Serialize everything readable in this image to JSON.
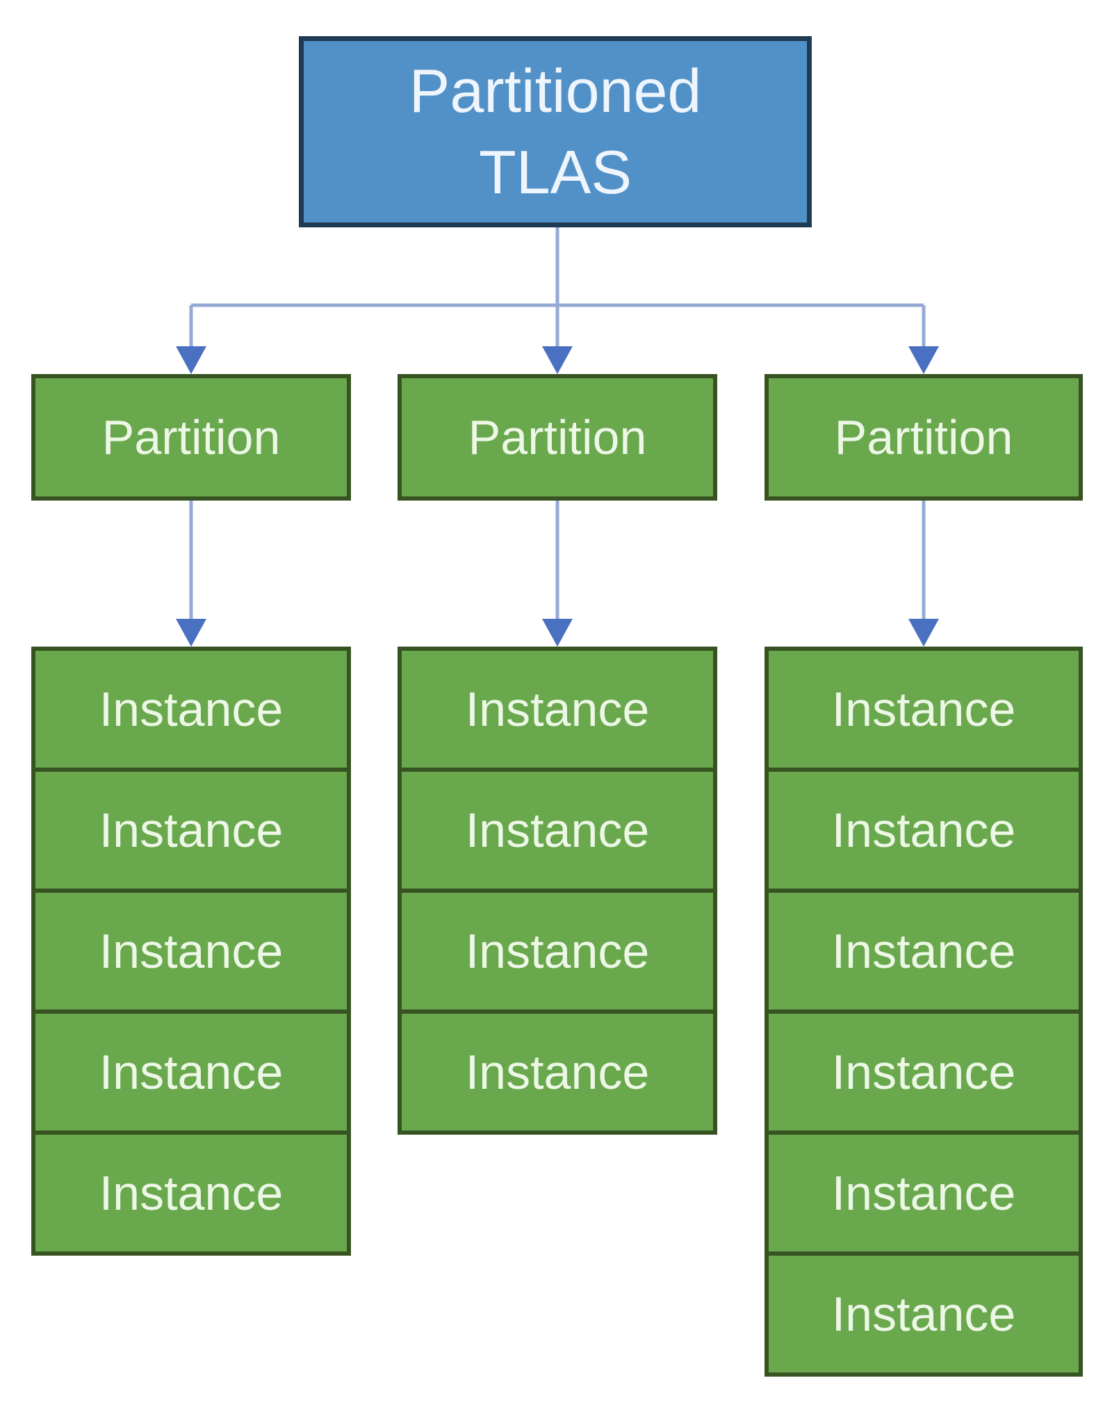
{
  "diagram": {
    "title": "Partitioned TLAS",
    "root": {
      "label": "Partitioned TLAS"
    },
    "partitions": [
      {
        "label": "Partition",
        "instances": [
          "Instance",
          "Instance",
          "Instance",
          "Instance",
          "Instance"
        ]
      },
      {
        "label": "Partition",
        "instances": [
          "Instance",
          "Instance",
          "Instance",
          "Instance"
        ]
      },
      {
        "label": "Partition",
        "instances": [
          "Instance",
          "Instance",
          "Instance",
          "Instance",
          "Instance",
          "Instance"
        ]
      }
    ],
    "colors": {
      "canvas_bg": "#ffffff",
      "root_fill": "#5291c8",
      "root_border": "#1f3a55",
      "root_text": "#eef5fc",
      "node_fill": "#69a84c",
      "node_border": "#375322",
      "node_text": "#edf7e6",
      "connector_line": "#94aad5",
      "connector_arrow": "#4a70c2"
    }
  }
}
